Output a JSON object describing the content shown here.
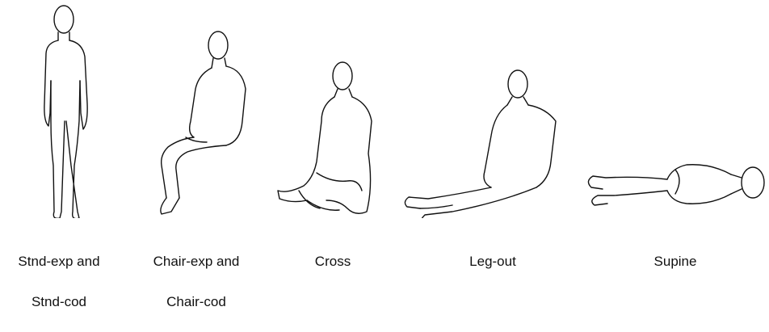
{
  "postures": [
    {
      "line1": "Stnd-exp and",
      "line2": "Stnd-cod"
    },
    {
      "line1": "Chair-exp and",
      "line2": "Chair-cod"
    },
    {
      "line1": "Cross",
      "line2": ""
    },
    {
      "line1": "Leg-out",
      "line2": ""
    },
    {
      "line1": "Supine",
      "line2": ""
    }
  ]
}
